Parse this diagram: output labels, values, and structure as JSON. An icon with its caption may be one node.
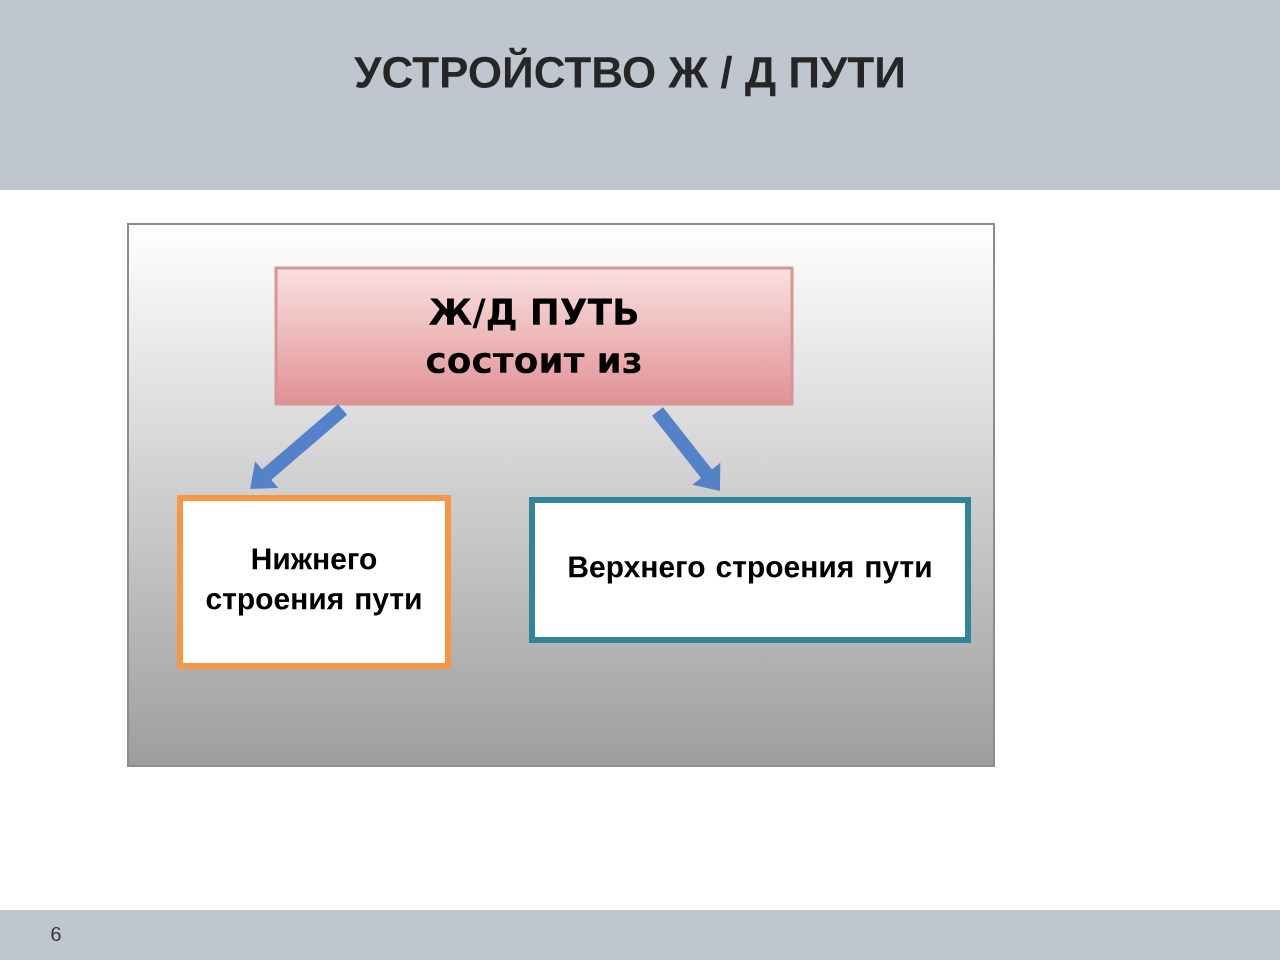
{
  "diagram": {
    "title": "УСТРОЙСТВО  Ж / Д ПУТИ",
    "nodes": [
      {
        "text": [
          "Ж/Д ПУТЬ состоит из"
        ]
      },
      {
        "text": [
          "Нижнего строения пути"
        ]
      },
      {
        "text": [
          "Верхнего строения пути"
        ]
      }
    ],
    "edges": [
      {
        "from": 0,
        "to": 1,
        "arrow": "to"
      },
      {
        "from": 0,
        "to": 2,
        "arrow": "to"
      }
    ],
    "labels": [
      "6"
    ]
  }
}
